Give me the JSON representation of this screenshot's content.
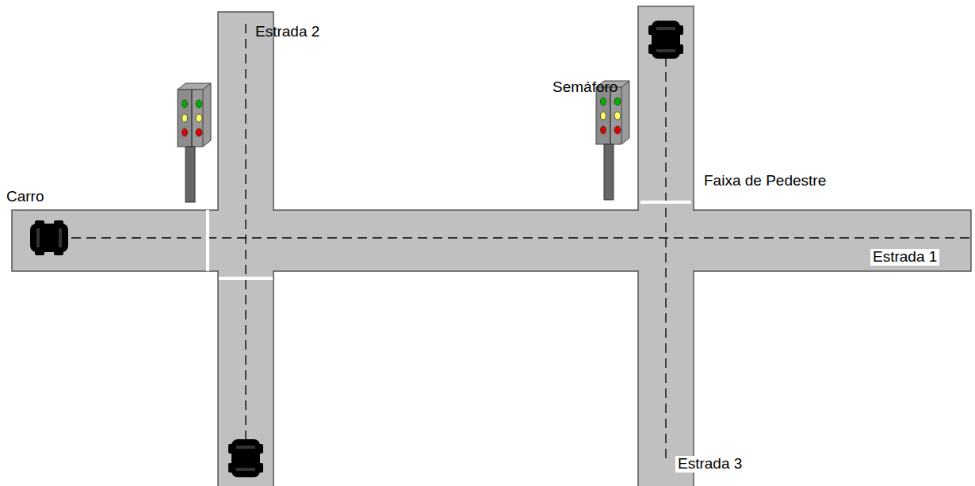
{
  "diagram": {
    "labels": [
      "Estrada 2",
      "Semáforo",
      "Carro",
      "Faixa de Pedestre",
      "Estrada 1",
      "Estrada 3"
    ]
  }
}
